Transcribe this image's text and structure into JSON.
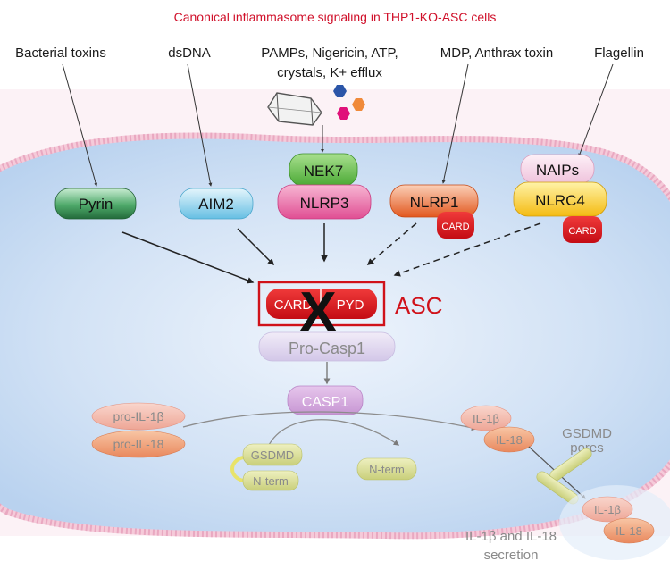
{
  "title": "Canonical inflammasome signaling in THP1-KO-ASC cells",
  "stimuli": {
    "bacterial_toxins": "Bacterial toxins",
    "dsdna": "dsDNA",
    "pamps_line1": "PAMPs, Nigericin, ATP,",
    "pamps_line2": "crystals, K+ efflux",
    "mdp": "MDP, Anthrax toxin",
    "flagellin": "Flagellin"
  },
  "sensors": {
    "pyrin": "Pyrin",
    "aim2": "AIM2",
    "nek7": "NEK7",
    "nlrp3": "NLRP3",
    "nlrp1": "NLRP1",
    "nlrp1_card": "CARD",
    "naips": "NAIPs",
    "nlrc4": "NLRC4",
    "nlrc4_card": "CARD"
  },
  "asc": {
    "card": "CARD",
    "pyd": "PYD",
    "label": "ASC",
    "knockout_mark": "X"
  },
  "caspase": {
    "pro_casp1": "Pro-Casp1",
    "casp1": "CASP1"
  },
  "cytokines": {
    "pro_il1b": "pro-IL-1β",
    "pro_il18": "pro-IL-18",
    "il1b": "IL-1β",
    "il18": "IL-18",
    "il1b_out": "IL-1β",
    "il18_out": "IL-18"
  },
  "gsdmd": {
    "gsdmd": "GSDMD",
    "nterm_bound": "N-term",
    "nterm_free": "N-term",
    "pores_line1": "GSDMD",
    "pores_line2": "pores"
  },
  "secretion": {
    "line1": "IL-1β and IL-18",
    "line2": "secretion"
  },
  "colors": {
    "title_red": "#d0102a",
    "asc_red": "#d0121a",
    "pyrin_green": "#2f8a4e",
    "aim2_blue": "#7ec8e6",
    "nek7_green": "#5dbb45",
    "nlrp3_pink": "#ea5a9e",
    "nlrp1_orange": "#e8622a",
    "nlrc4_yellow": "#f6c21a",
    "cytoplasm_blue": "#c9def4"
  }
}
